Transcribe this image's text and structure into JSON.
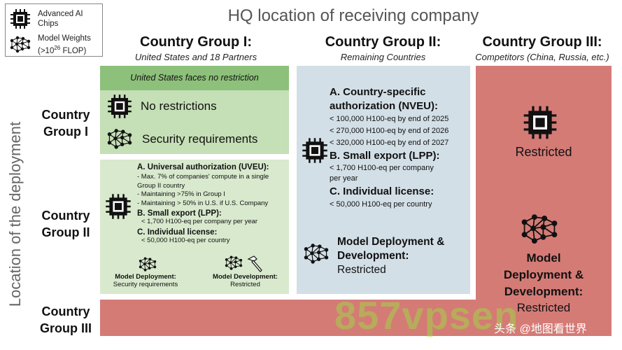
{
  "legend": {
    "chips": "Advanced AI Chips",
    "weights_line1": "Model Weights",
    "weights_line2": "(>10",
    "weights_exp": "26",
    "weights_line2_end": " FLOP)"
  },
  "title": "HQ location of receiving company",
  "side_label": "Location of the deployment",
  "groups": [
    {
      "title": "Country Group I:",
      "subtitle": "United States and 18 Partners"
    },
    {
      "title": "Country Group II:",
      "subtitle": "Remaining Countries"
    },
    {
      "title": "Country Group III:",
      "subtitle": "Competitors (China, Russia, etc.)"
    }
  ],
  "rows": [
    {
      "line1": "Country",
      "line2": "Group I"
    },
    {
      "line1": "Country",
      "line2": "Group II"
    },
    {
      "line1": "Country",
      "line2": "Group III"
    }
  ],
  "g1g1": {
    "banner": "United States faces no restriction",
    "chips": "No restrictions",
    "weights": "Security requirements"
  },
  "g1g2": {
    "a_title": "A. Universal authorization (UVEU):",
    "a_items": [
      "- Max. 7% of companies' compute in a single",
      "Group II country",
      "- Maintaining  >75% in Group I",
      "- Maintaining > 50% in U.S. if U.S. Company"
    ],
    "b_title": "B. Small export (LPP):",
    "b_item": "< 1,700 H100-eq per company per year",
    "c_title": "C. Individual license:",
    "c_item": "< 50,000 H100-eq per country",
    "deploy_title": "Model Deployment:",
    "deploy_val": "Security requirements",
    "dev_title": "Model Development:",
    "dev_val": "Restricted"
  },
  "g2": {
    "a_title1": "A. Country-specific",
    "a_title2": "authorization (NVEU):",
    "a_items": [
      "< 100,000 H100-eq by end of 2025",
      "< 270,000 H100-eq by end of 2026",
      "< 320,000 H100-eq by end of 2027"
    ],
    "b_title": "B. Small export (LPP):",
    "b_item1": "< 1,700 H100-eq per company",
    "b_item2": "per year",
    "c_title": "C. Individual license:",
    "c_item": "< 50,000 H100-eq per country",
    "model_title1": "Model Deployment &",
    "model_title2": "Development:",
    "model_val": "Restricted"
  },
  "g3": {
    "chips": "Restricted",
    "model_l1": "Model",
    "model_l2": "Deployment &",
    "model_l3": "Development:",
    "model_val": "Restricted"
  },
  "watermark": {
    "big": "857vpsen",
    "handle": "头条 @地图看世界"
  },
  "colors": {
    "green_dark": "#8dc07a",
    "green_light": "#c5dfb6",
    "green_pale": "#d8e9cd",
    "blue_grey": "#d3dfe7",
    "red": "#d47b76"
  }
}
